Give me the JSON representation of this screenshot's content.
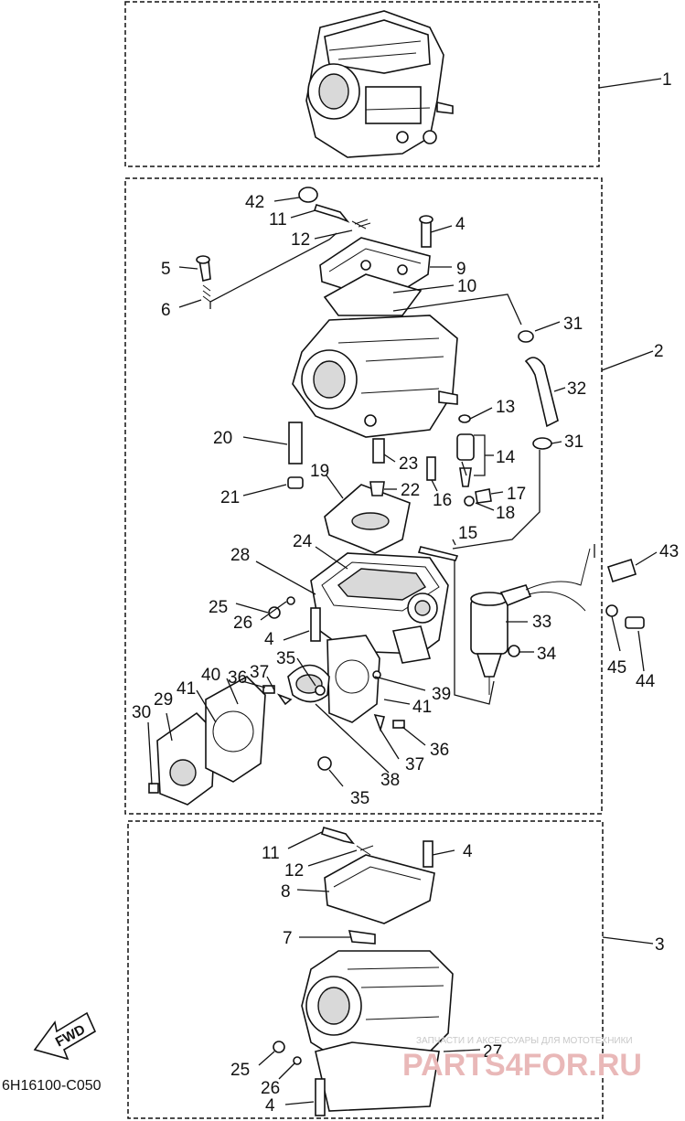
{
  "diagram_code": "6H16100-C050",
  "fwd_label": "FWD",
  "watermark": {
    "line1": "ЗАПЧАСТИ И АКСЕССУАРЫ ДЛЯ МОТОТЕХНИКИ",
    "line2": "PARTS4FOR.RU"
  },
  "callouts": [
    "1",
    "2",
    "3",
    "4",
    "5",
    "6",
    "7",
    "8",
    "9",
    "10",
    "11",
    "12",
    "13",
    "14",
    "15",
    "16",
    "17",
    "18",
    "19",
    "20",
    "21",
    "22",
    "23",
    "24",
    "25",
    "26",
    "27",
    "28",
    "29",
    "30",
    "31",
    "32",
    "33",
    "34",
    "35",
    "36",
    "37",
    "38",
    "39",
    "40",
    "41",
    "42",
    "43",
    "44",
    "45"
  ],
  "colors": {
    "ink": "#111111",
    "watermark_red": "#e9b8b8",
    "watermark_gray": "#c8c8c8"
  }
}
